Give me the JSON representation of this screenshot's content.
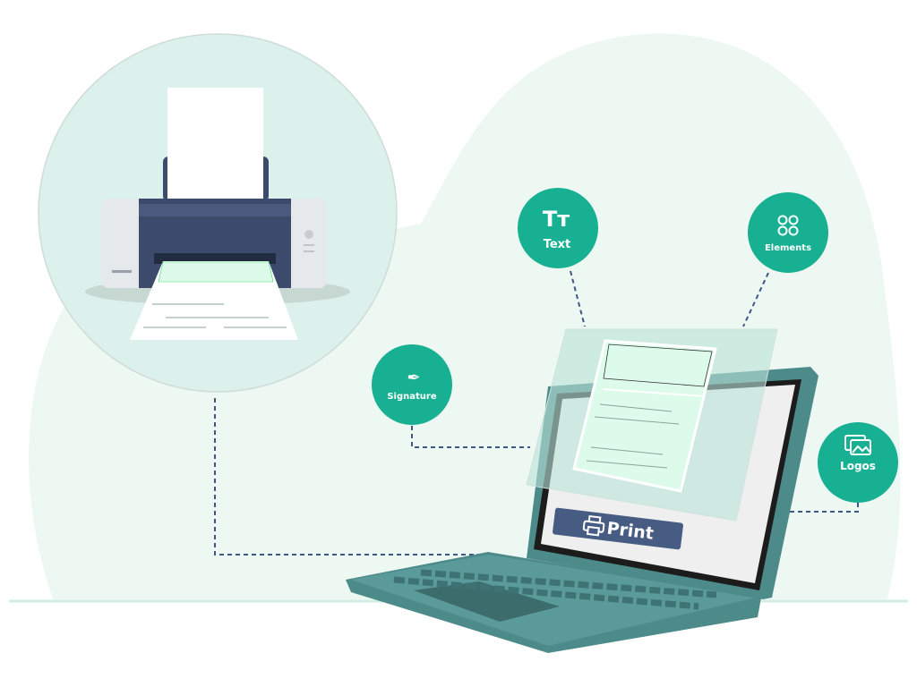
{
  "features": {
    "text": {
      "label": "Text",
      "icon": "text-type-icon"
    },
    "elements": {
      "label": "Elements",
      "icon": "elements-grid-icon"
    },
    "signature": {
      "label": "Signature",
      "icon": "pen-nib-icon"
    },
    "logos": {
      "label": "Logos",
      "icon": "image-gallery-icon"
    }
  },
  "laptop": {
    "print_button_label": "Print",
    "print_icon": "printer-icon"
  },
  "colors": {
    "feature_circle": "#17b092",
    "print_button": "#475c82",
    "laptop_body": "#4d8a8a",
    "connector_dash": "#3f5783",
    "background_blob": "#eef8f3",
    "printer_circle": "#dcf1ec"
  }
}
